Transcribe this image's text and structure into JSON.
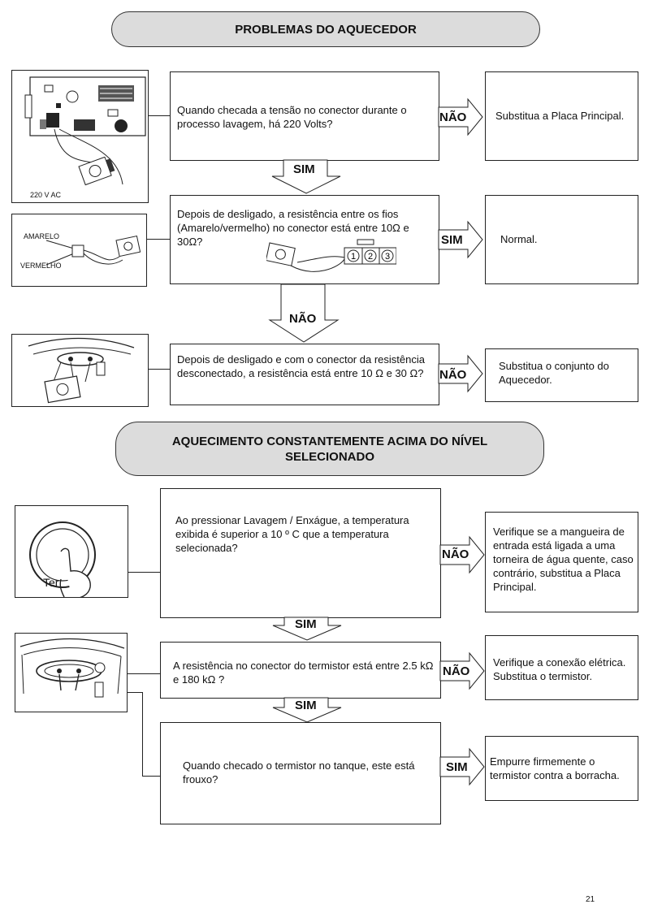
{
  "section1": {
    "title": "PROBLEMAS DO AQUECEDOR",
    "q1": {
      "text": "Quando checada a tensão no conector durante o processo lavagem, há  220 Volts?",
      "no_label": "NÃO",
      "no_result": "Substitua a Placa Principal.",
      "yes_label": "SIM",
      "image_label": "220 V AC"
    },
    "q2": {
      "text": "Depois de desligado, a resistência entre os fios (Amarelo/vermelho) no conector está entre 10Ω e 30Ω?",
      "yes_label": "SIM",
      "yes_result": "Normal.",
      "no_label": "NÃO",
      "wire1": "AMARELO",
      "wire2": "VERMELHO",
      "pins": [
        "1",
        "2",
        "3"
      ]
    },
    "q3": {
      "text": "Depois de desligado e com o conector da resistência desconectado, a resistência está entre 10 Ω e 30 Ω?",
      "no_label": "NÃO",
      "no_result": "Substitua o conjunto do Aquecedor."
    }
  },
  "section2": {
    "title_line1": "AQUECIMENTO CONSTANTEMENTE ACIMA DO NÍVEL",
    "title_line2": "SELECIONADO",
    "q1": {
      "text": "Ao pressionar Lavagem / Enxágue, a temperatura exibida é superior a 10 º C  que a temperatura selecionada?",
      "no_label": "NÃO",
      "no_result": "Verifique se a mangueira de entrada está ligada a uma torneira de água quente, caso contrário, substitua a Placa Principal.",
      "yes_label": "SIM",
      "button_text": "Ter"
    },
    "q2": {
      "text": "A resistência no conector do termistor está entre 2.5 kΩ e 180 kΩ ?",
      "no_label": "NÃO",
      "no_result": "Verifique a conexão elétrica. Substitua o termistor.",
      "yes_label": "SIM"
    },
    "q3": {
      "text": "Quando checado o termistor no tanque, este está frouxo?",
      "yes_label": "SIM",
      "yes_result": "Empurre firmemente o termistor contra a borracha."
    }
  },
  "page_number": "21"
}
